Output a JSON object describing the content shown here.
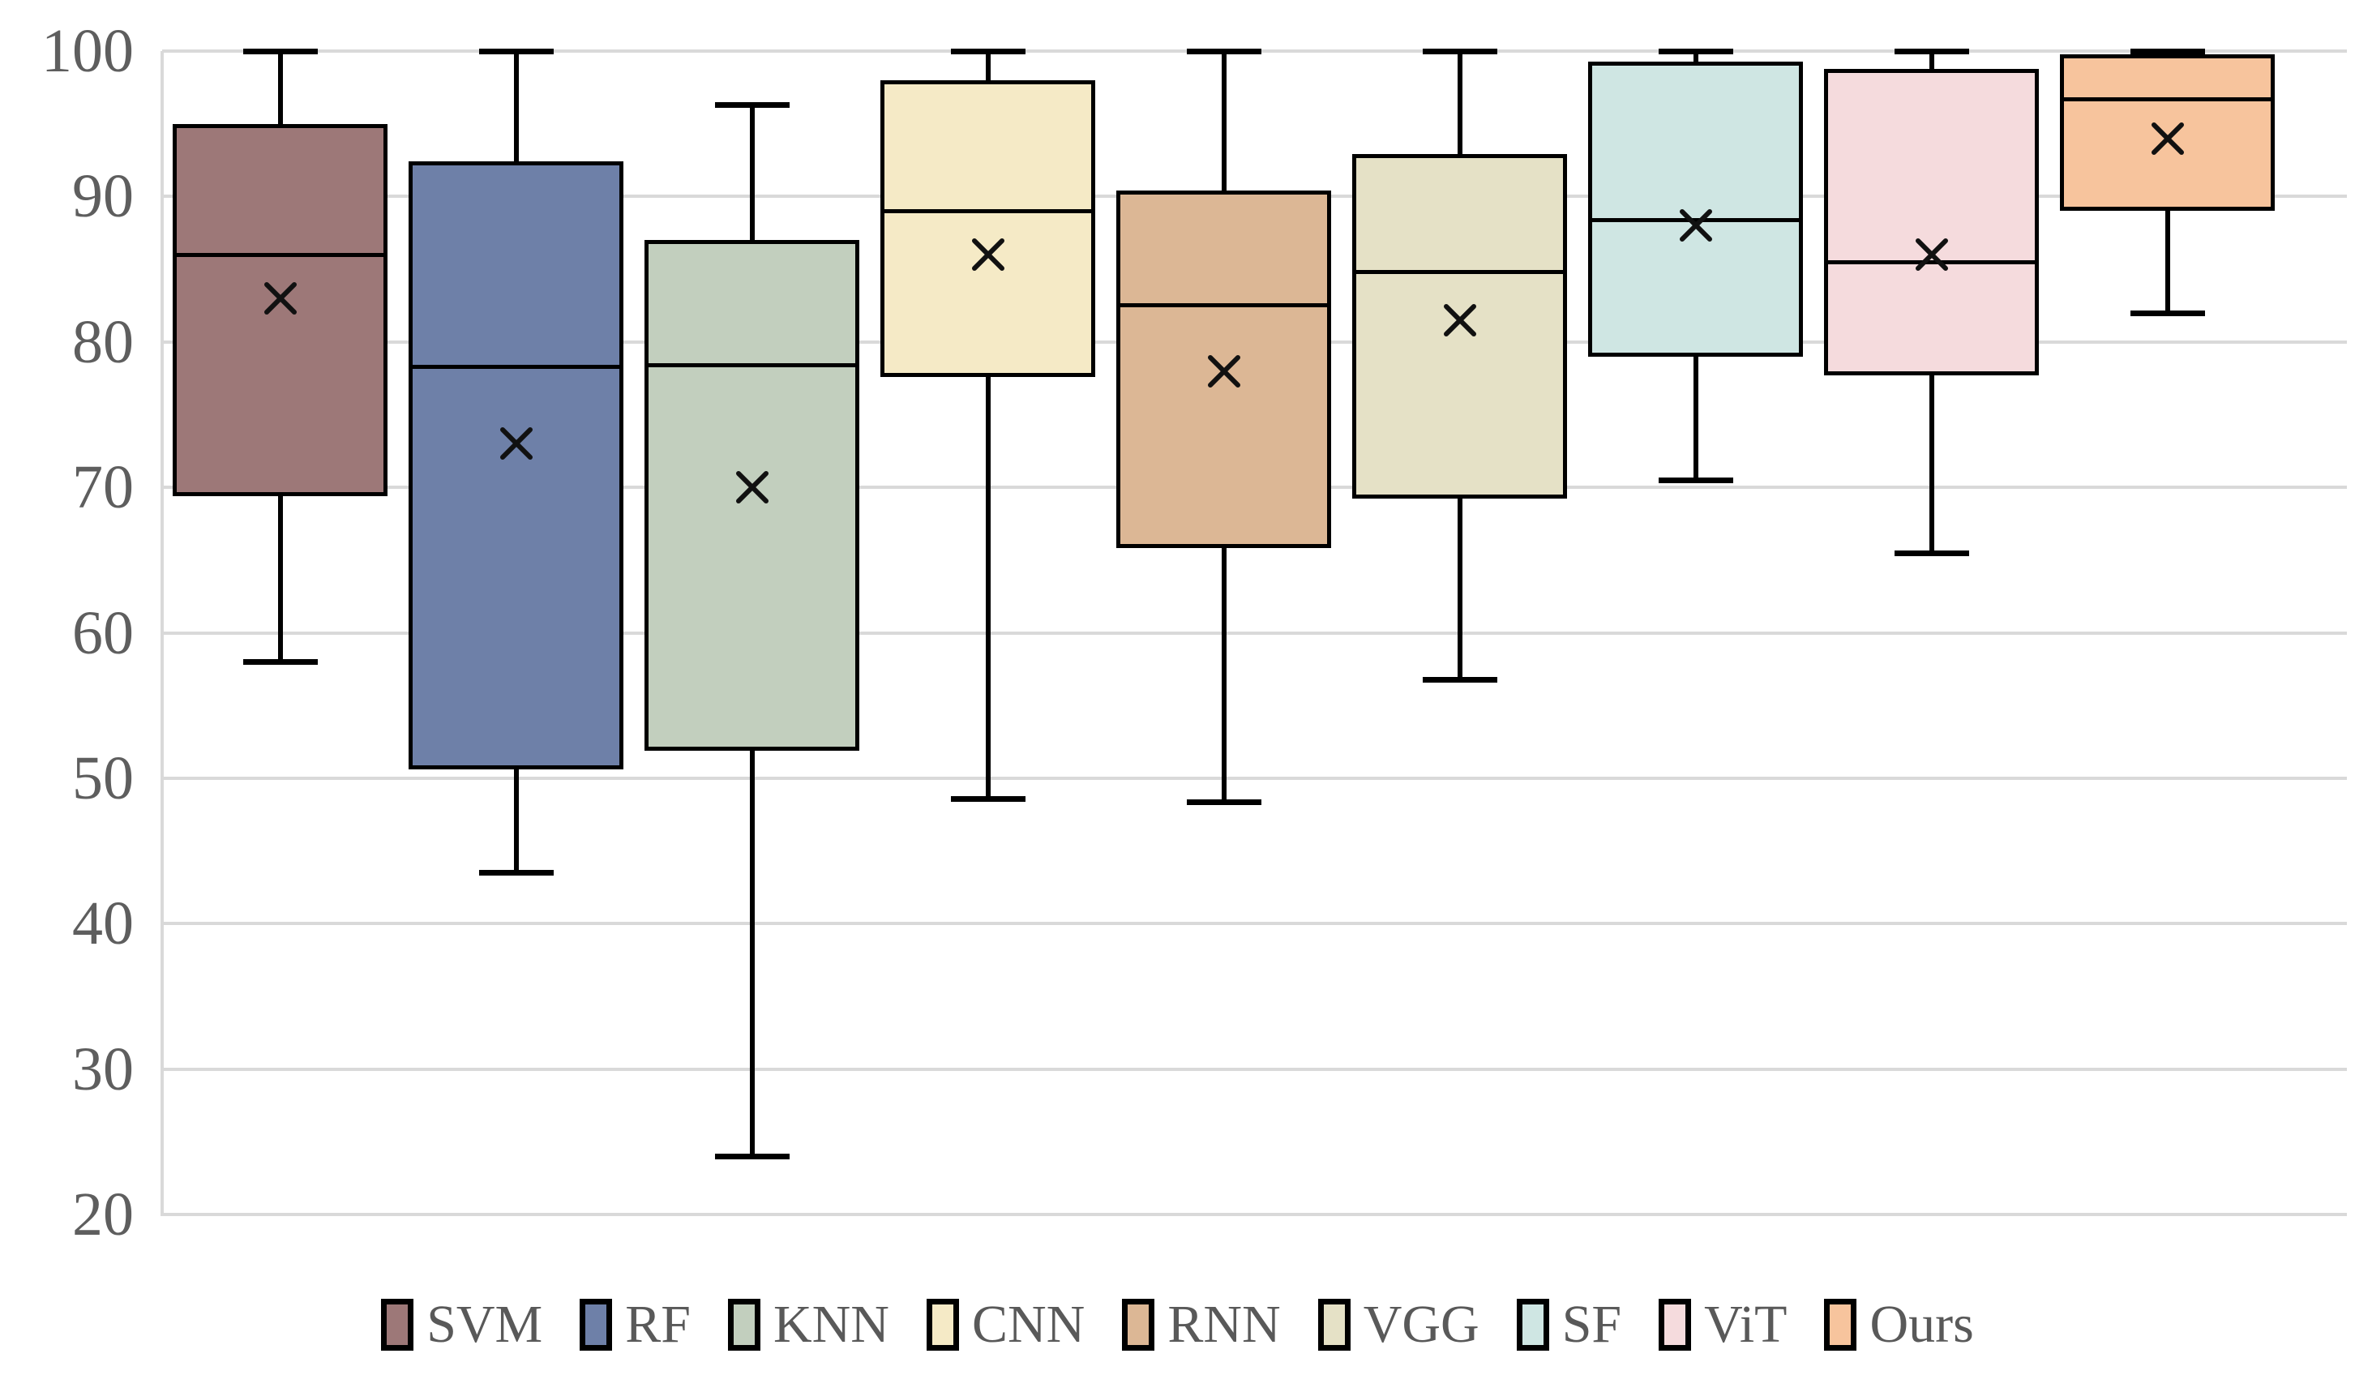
{
  "chart_data": {
    "type": "boxplot",
    "title": "",
    "xlabel": "",
    "ylabel": "",
    "ylim": [
      20,
      100
    ],
    "y_ticks": [
      100,
      90,
      80,
      70,
      60,
      50,
      40,
      30,
      20
    ],
    "grid": "horizontal",
    "legend_position": "bottom",
    "categories": [
      "SVM",
      "RF",
      "KNN",
      "CNN",
      "RNN",
      "VGG",
      "SF",
      "ViT",
      "Ours"
    ],
    "series": [
      {
        "name": "SVM",
        "color": "#9D7878",
        "min": 58,
        "q1": 69.4,
        "median": 86,
        "mean": 83,
        "q3": 95,
        "max": 100
      },
      {
        "name": "RF",
        "color": "#6E80A8",
        "min": 43.5,
        "q1": 50.6,
        "median": 78.3,
        "mean": 73,
        "q3": 92.4,
        "max": 100
      },
      {
        "name": "KNN",
        "color": "#C2CFBE",
        "min": 24,
        "q1": 51.9,
        "median": 78.4,
        "mean": 70,
        "q3": 87,
        "max": 96.3
      },
      {
        "name": "CNN",
        "color": "#F5EAC6",
        "min": 48.6,
        "q1": 77.6,
        "median": 89,
        "mean": 86,
        "q3": 98,
        "max": 100
      },
      {
        "name": "RNN",
        "color": "#DCB795",
        "min": 48.4,
        "q1": 65.8,
        "median": 82.5,
        "mean": 78,
        "q3": 90.4,
        "max": 100
      },
      {
        "name": "VGG",
        "color": "#E5E1C6",
        "min": 56.8,
        "q1": 69.2,
        "median": 84.8,
        "mean": 81.5,
        "q3": 92.9,
        "max": 100
      },
      {
        "name": "SF",
        "color": "#CFE6E3",
        "min": 70.5,
        "q1": 79,
        "median": 88.4,
        "mean": 88,
        "q3": 99.3,
        "max": 100
      },
      {
        "name": "ViT",
        "color": "#F5DBDD",
        "min": 65.5,
        "q1": 77.7,
        "median": 85.5,
        "mean": 86,
        "q3": 98.8,
        "max": 100
      },
      {
        "name": "Ours",
        "color": "#F7C49D",
        "min": 82,
        "q1": 89,
        "median": 96.7,
        "mean": 94,
        "q3": 99.8,
        "max": 100
      }
    ]
  },
  "style": {
    "grid_color": "#D9D9D9",
    "axis_text_color": "#5E5E5E",
    "legend_text_color": "#595959",
    "box_border_color": "#000000",
    "mean_marker": "x-cross"
  }
}
